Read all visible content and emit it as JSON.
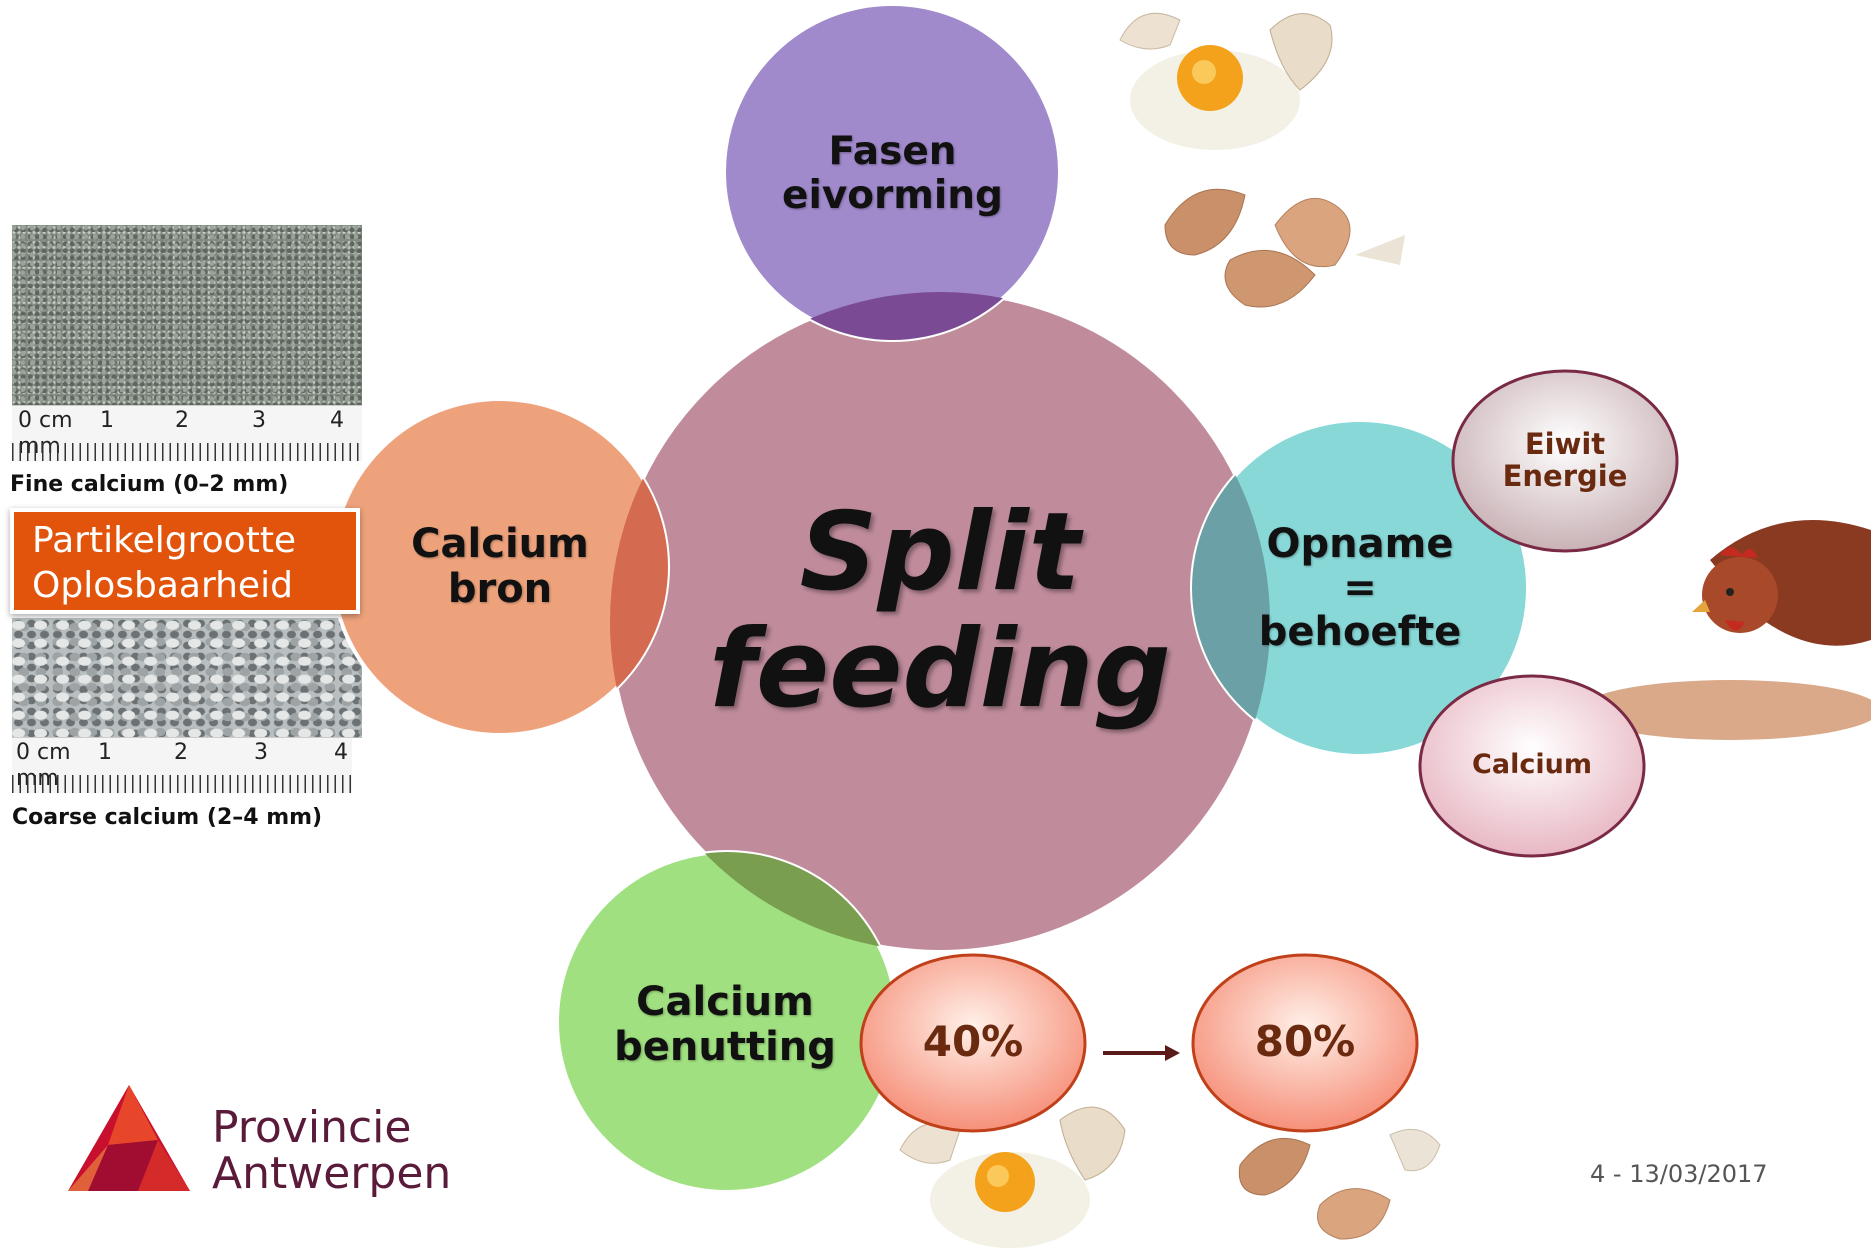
{
  "left_images": {
    "fine": {
      "ruler_label": "0 cm",
      "ruler_unit": "mm",
      "ruler_numbers": [
        "1",
        "2",
        "3",
        "4"
      ],
      "caption": "Fine calcium (0–2 mm)"
    },
    "coarse": {
      "ruler_label": "0 cm",
      "ruler_unit": "mm",
      "ruler_numbers": [
        "1",
        "2",
        "3",
        "4"
      ],
      "caption": "Coarse calcium (2–4 mm)"
    },
    "label": {
      "line1": "Partikelgrootte",
      "line2": "Oplosbaarheid",
      "color": "#e2540c"
    }
  },
  "center": {
    "line1": "Split",
    "line2": "feeding",
    "color": "#c08c9c"
  },
  "nodes": {
    "top": {
      "line1": "Fasen",
      "line2": "eivorming",
      "color": "#a08acc"
    },
    "left": {
      "line1": "Calcium",
      "line2": "bron",
      "color": "#eea27c"
    },
    "right": {
      "line1": "Opname",
      "line2": "=",
      "line3": "behoefte",
      "color": "#88d8d8"
    },
    "bottom": {
      "line1": "Calcium",
      "line2": "benutting",
      "color": "#a0e080"
    }
  },
  "sub_nodes": {
    "eiwit": {
      "line1": "Eiwit",
      "line2": "Energie"
    },
    "calcium": {
      "label": "Calcium"
    },
    "pct_from": {
      "label": "40%"
    },
    "pct_to": {
      "label": "80%"
    }
  },
  "logo": {
    "line1": "Provincie",
    "line2": "Antwerpen"
  },
  "footer": {
    "page": "4 - 13/03/2017"
  }
}
